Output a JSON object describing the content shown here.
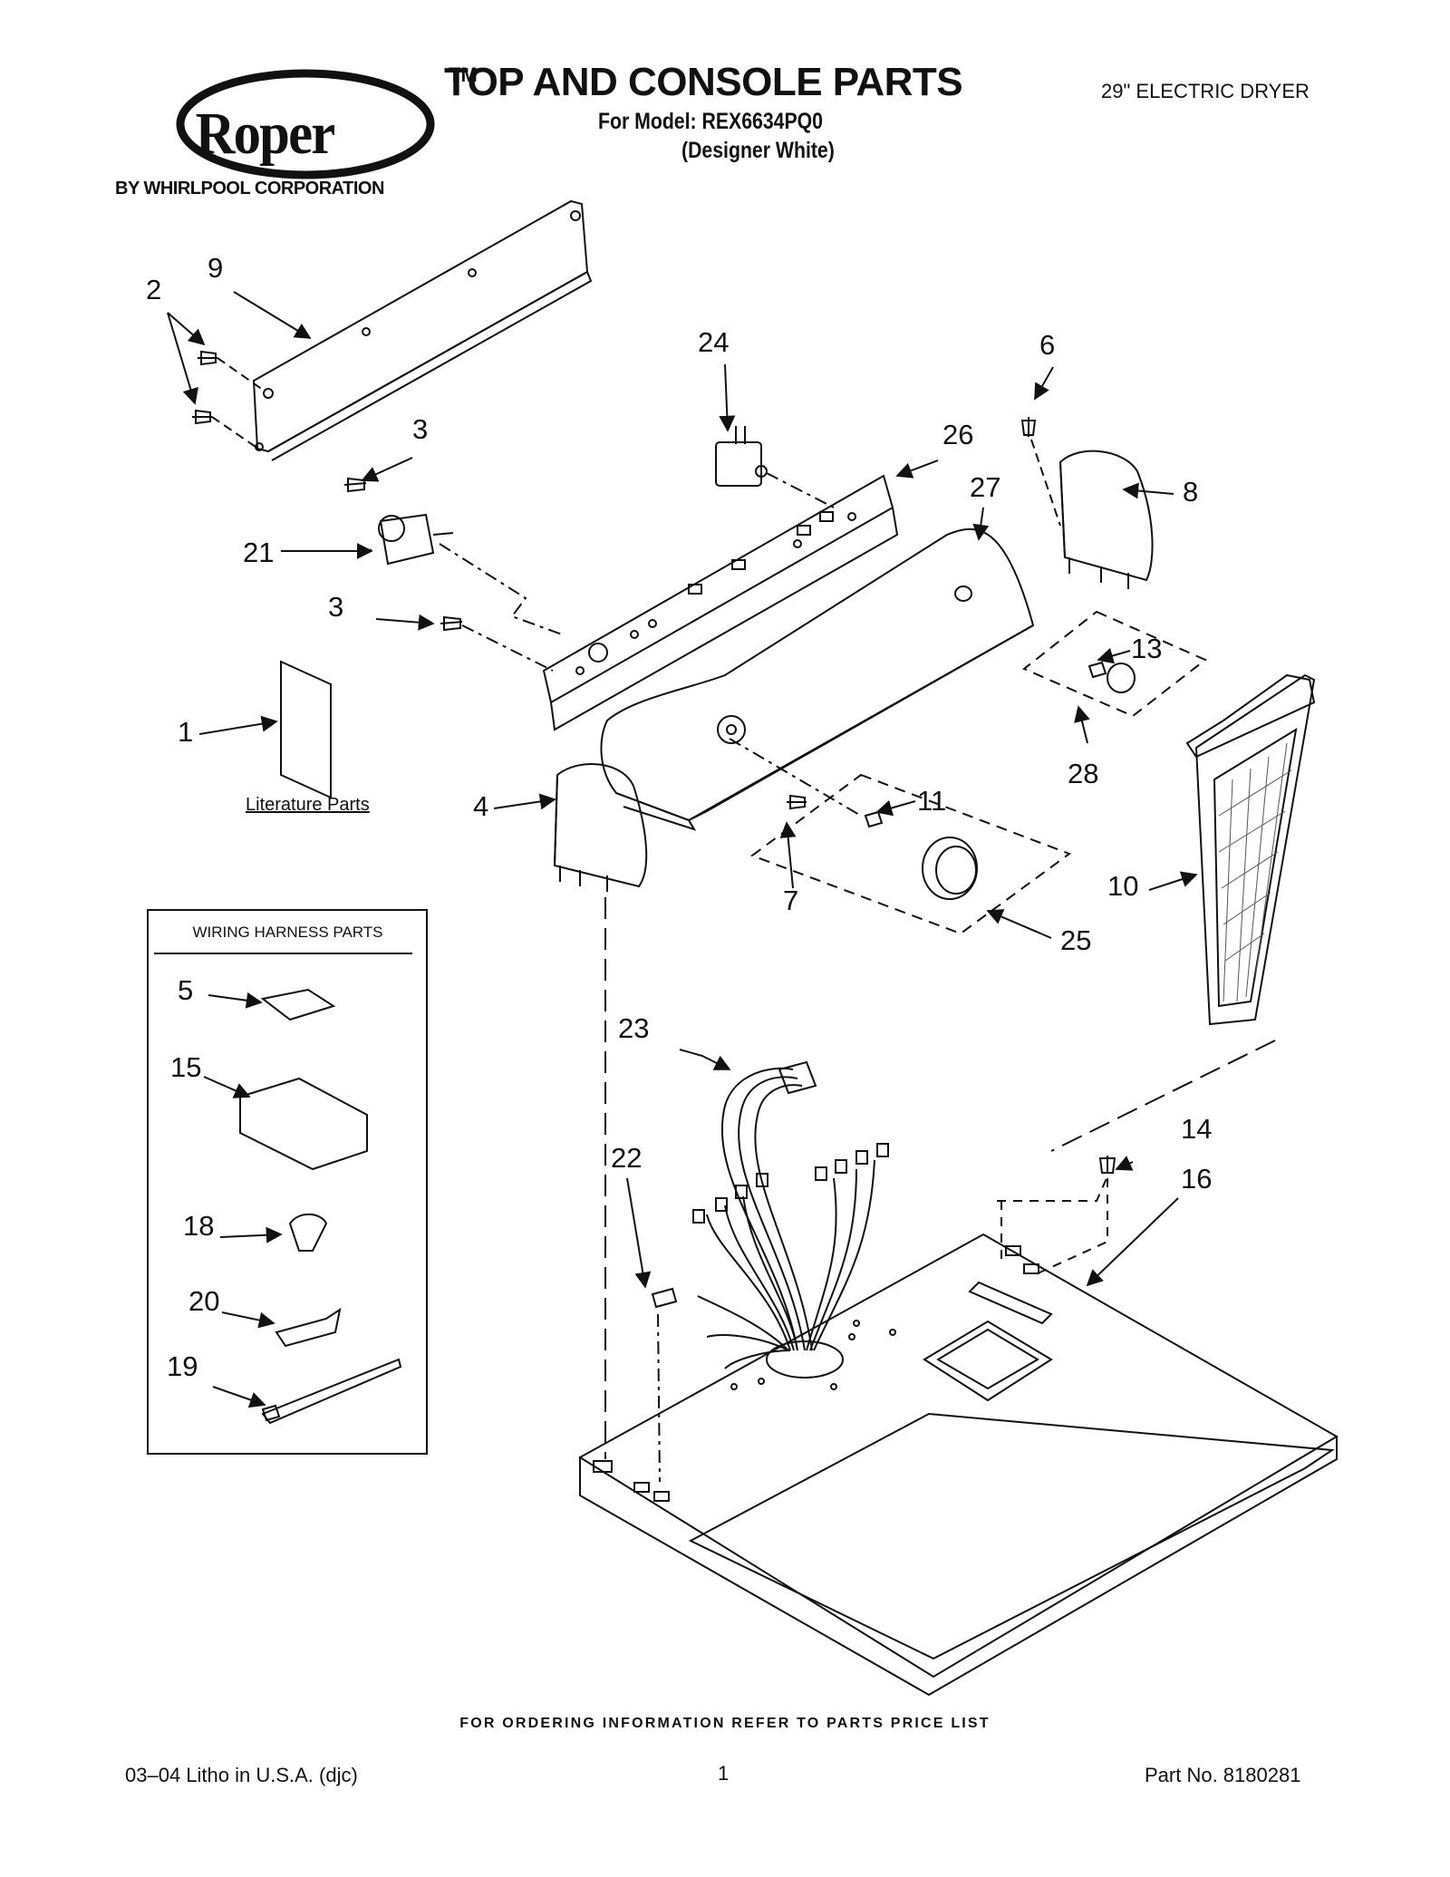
{
  "brand": {
    "logo_text": "Roper",
    "trademark": "TM",
    "byline": "BY WHIRLPOOL CORPORATION"
  },
  "header": {
    "title": "TOP AND CONSOLE PARTS",
    "model_line": "For Model: REX6634PQ0",
    "color_line": "(Designer White)",
    "product": "29\" ELECTRIC DRYER"
  },
  "diagram": {
    "literature_label": "Literature Parts",
    "wiring_harness_title": "WIRING HARNESS PARTS",
    "callouts": [
      {
        "id": "c1",
        "label": "1"
      },
      {
        "id": "c2",
        "label": "2"
      },
      {
        "id": "c3a",
        "label": "3"
      },
      {
        "id": "c3b",
        "label": "3"
      },
      {
        "id": "c4",
        "label": "4"
      },
      {
        "id": "c5",
        "label": "5"
      },
      {
        "id": "c6",
        "label": "6"
      },
      {
        "id": "c7",
        "label": "7"
      },
      {
        "id": "c8",
        "label": "8"
      },
      {
        "id": "c9",
        "label": "9"
      },
      {
        "id": "c10",
        "label": "10"
      },
      {
        "id": "c11",
        "label": "11"
      },
      {
        "id": "c13",
        "label": "13"
      },
      {
        "id": "c14",
        "label": "14"
      },
      {
        "id": "c15",
        "label": "15"
      },
      {
        "id": "c16",
        "label": "16"
      },
      {
        "id": "c18",
        "label": "18"
      },
      {
        "id": "c19",
        "label": "19"
      },
      {
        "id": "c20",
        "label": "20"
      },
      {
        "id": "c21",
        "label": "21"
      },
      {
        "id": "c22",
        "label": "22"
      },
      {
        "id": "c23",
        "label": "23"
      },
      {
        "id": "c24",
        "label": "24"
      },
      {
        "id": "c25",
        "label": "25"
      },
      {
        "id": "c26",
        "label": "26"
      },
      {
        "id": "c27",
        "label": "27"
      },
      {
        "id": "c28",
        "label": "28"
      }
    ]
  },
  "footer": {
    "ordering_note": "FOR ORDERING INFORMATION REFER TO PARTS PRICE LIST",
    "litho": "03–04 Litho in U.S.A. (djc)",
    "page": "1",
    "part_no": "Part No. 8180281"
  }
}
